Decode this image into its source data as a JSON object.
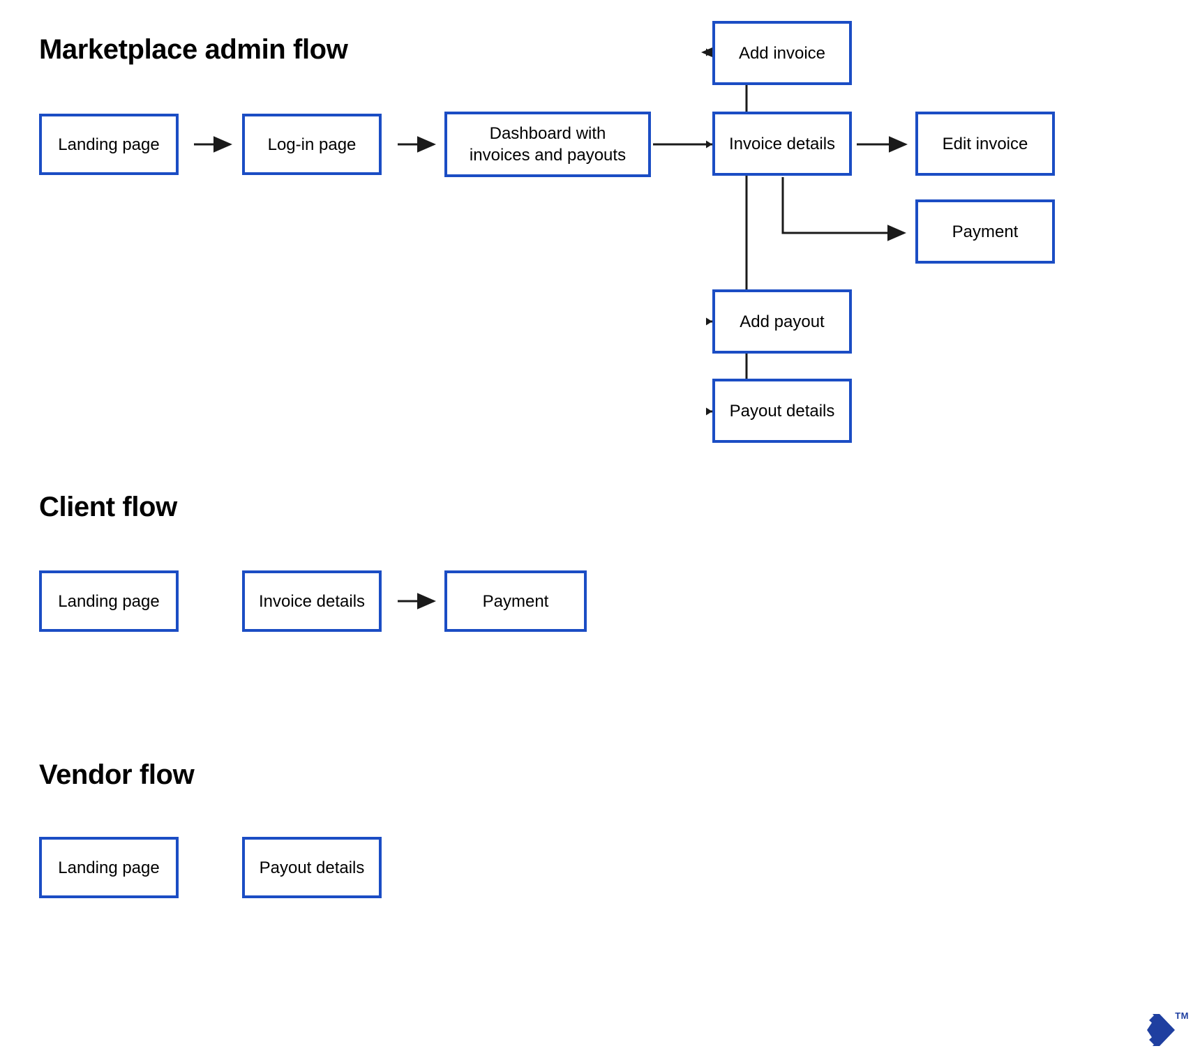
{
  "page": {
    "background_color": "#ffffff",
    "node_border_color": "#1b4dc4",
    "connector_color": "#1a1a1a",
    "text_color": "#000000",
    "logo_color": "#1f3fa0"
  },
  "sections": [
    {
      "id": "admin",
      "title": "Marketplace admin flow"
    },
    {
      "id": "client",
      "title": "Client flow"
    },
    {
      "id": "vendor",
      "title": "Vendor flow"
    }
  ],
  "nodes": {
    "admin": [
      {
        "key": "landing_page",
        "label": "Landing page"
      },
      {
        "key": "login_page",
        "label": "Log-in page"
      },
      {
        "key": "dashboard",
        "label": "Dashboard with\ninvoices and payouts"
      },
      {
        "key": "add_invoice",
        "label": "Add invoice"
      },
      {
        "key": "invoice_details",
        "label": "Invoice details"
      },
      {
        "key": "edit_invoice",
        "label": "Edit invoice"
      },
      {
        "key": "payment",
        "label": "Payment"
      },
      {
        "key": "add_payout",
        "label": "Add payout"
      },
      {
        "key": "payout_details",
        "label": "Payout details"
      }
    ],
    "client": [
      {
        "key": "landing_page",
        "label": "Landing page"
      },
      {
        "key": "invoice_details",
        "label": "Invoice details"
      },
      {
        "key": "payment",
        "label": "Payment"
      }
    ],
    "vendor": [
      {
        "key": "landing_page",
        "label": "Landing page"
      },
      {
        "key": "payout_details",
        "label": "Payout details"
      }
    ]
  },
  "connections": {
    "admin": [
      {
        "from": "landing_page",
        "to": "login_page"
      },
      {
        "from": "login_page",
        "to": "dashboard"
      },
      {
        "from": "dashboard",
        "to": "add_invoice"
      },
      {
        "from": "dashboard",
        "to": "invoice_details"
      },
      {
        "from": "dashboard",
        "to": "add_payout"
      },
      {
        "from": "dashboard",
        "to": "payout_details"
      },
      {
        "from": "invoice_details",
        "to": "edit_invoice"
      },
      {
        "from": "invoice_details",
        "to": "payment"
      }
    ],
    "client": [
      {
        "from": "invoice_details",
        "to": "payment"
      }
    ],
    "vendor": []
  },
  "branding": {
    "trademark": "TM"
  }
}
